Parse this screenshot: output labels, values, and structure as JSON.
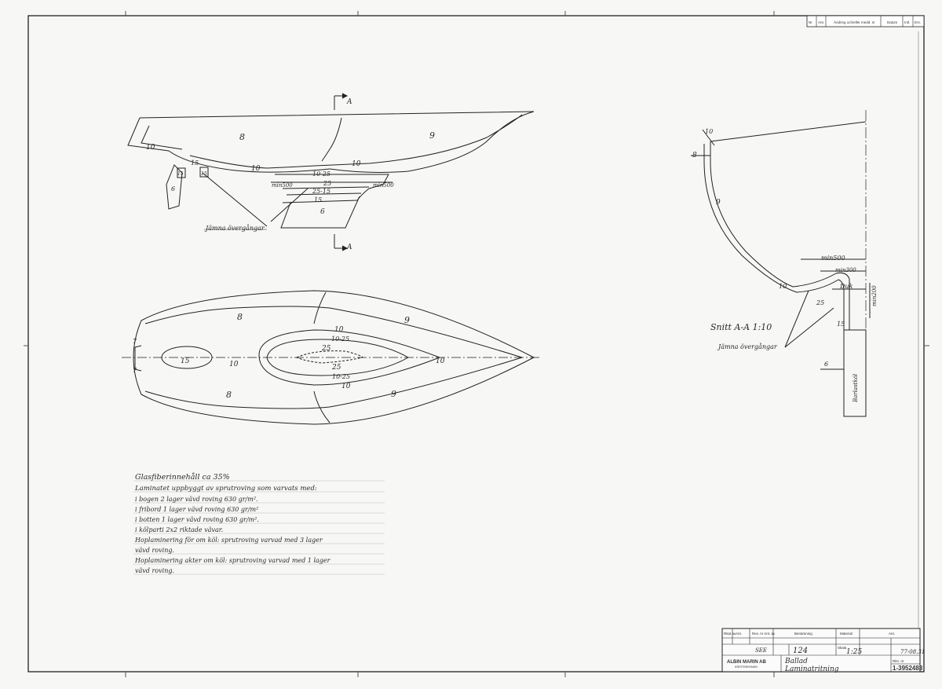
{
  "revision_block": {
    "headers": [
      "Nr",
      "Ant.",
      "Ändring och/eller medd. nr",
      "Datum",
      "Intl.",
      "Ers."
    ]
  },
  "side_view": {
    "zones": [
      "8",
      "9",
      "10",
      "10",
      "10",
      "15",
      "15",
      "15",
      "6",
      "6",
      "25"
    ],
    "thickness_labels": [
      "10-25",
      "25",
      "25-15",
      "15"
    ],
    "min_left": "min500",
    "min_right": "min500",
    "section_mark": "A",
    "transition_note": "Jämna övergångar"
  },
  "plan_view": {
    "zones": [
      "8",
      "9",
      "10",
      "10-25",
      "25",
      "25",
      "10-25",
      "10",
      "10",
      "8",
      "9",
      "15",
      "10",
      "7",
      "7"
    ]
  },
  "section_view": {
    "title": "Snitt A-A 1:10",
    "labels": [
      "10",
      "8",
      "9",
      "min500",
      "min300",
      "Duk",
      "min200",
      "10",
      "25",
      "15",
      "6",
      "Barlastköl"
    ],
    "transition_note": "Jämna övergångar"
  },
  "notes": [
    "Glasfiberinnehåll ca 35%",
    "Laminatet uppbyggt av sprutroving som varvats med:",
    "i bogen 2 lager vävd roving 630 gr/m².",
    "i fribord 1 lager vävd roving 630 gr/m²",
    "i botten 1 lager vävd roving 630 gr/m².",
    "i kölparti 2x2 riktade vävar.",
    "Hoplaminering för om köl: sprutroving varvad med 3 lager",
    "vävd roving.",
    "Hoplaminering akter om köl: sprutroving varvad med 1 lager",
    "vävd roving."
  ],
  "title_block": {
    "headers": [
      "Ritat av",
      "Ant.",
      "Rev. nr Ant. av",
      "Benämning",
      "Material",
      "Ant."
    ],
    "drawn_by": "SEE",
    "scale_label": "Skala",
    "scale": "1:25",
    "sheet_hand": "124",
    "company": "ALBIN MARIN AB",
    "location": "KRISTINEHAMN",
    "title1": "Ballad",
    "title2": "Laminatritning",
    "drawing_no_label": "Ritn. nr",
    "drawing_no": "1-3952483",
    "date": "77-08.31"
  }
}
